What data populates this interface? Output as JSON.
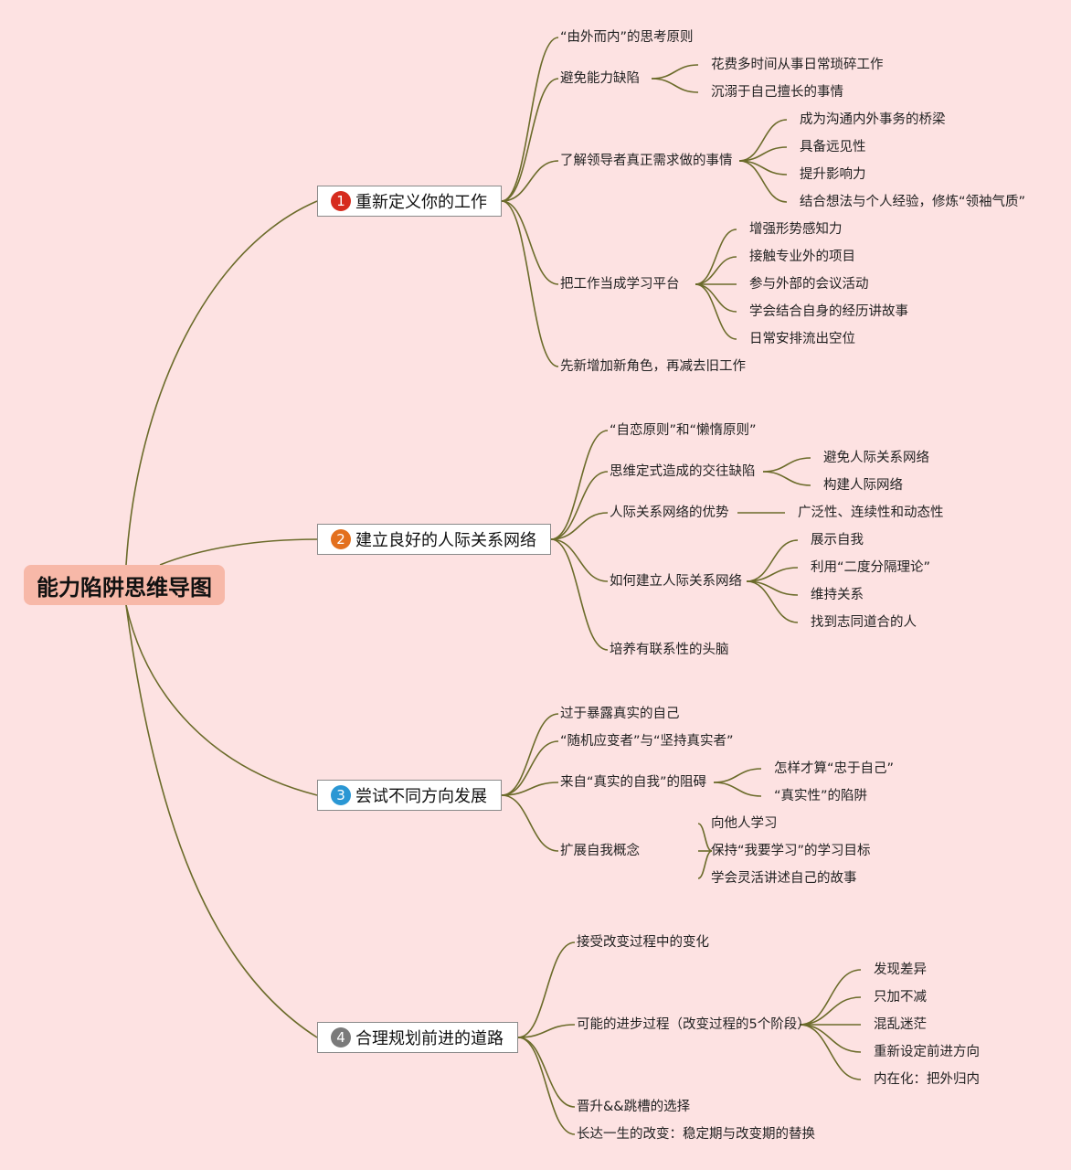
{
  "title": "能力陷阱思维导图",
  "colors": {
    "background": "#fde2e2",
    "root": "#f7b8a8",
    "link": "#6b6b2a",
    "badge1": "#d62b1e",
    "badge2": "#e3701e",
    "badge3": "#2a97d4",
    "badge4": "#7a7a7a"
  },
  "branches": [
    {
      "num": "1",
      "label": "重新定义你的工作",
      "children": [
        {
          "label": "“由外而内”的思考原则"
        },
        {
          "label": "避免能力缺陷",
          "children": [
            "花费多时间从事日常琐碎工作",
            "沉溺于自己擅长的事情"
          ]
        },
        {
          "label": "了解领导者真正需求做的事情",
          "children": [
            "成为沟通内外事务的桥梁",
            "具备远见性",
            "提升影响力",
            "结合想法与个人经验，修炼“领袖气质”"
          ]
        },
        {
          "label": "把工作当成学习平台",
          "children": [
            "增强形势感知力",
            "接触专业外的项目",
            "参与外部的会议活动",
            "学会结合自身的经历讲故事",
            "日常安排流出空位"
          ]
        },
        {
          "label": "先新增加新角色，再减去旧工作"
        }
      ]
    },
    {
      "num": "2",
      "label": "建立良好的人际关系网络",
      "children": [
        {
          "label": "“自恋原则”和“懒惰原则”"
        },
        {
          "label": "思维定式造成的交往缺陷",
          "children": [
            "避免人际关系网络",
            "构建人际网络"
          ]
        },
        {
          "label": "人际关系网络的优势",
          "children": [
            "广泛性、连续性和动态性"
          ]
        },
        {
          "label": "如何建立人际关系网络",
          "children": [
            "展示自我",
            "利用“二度分隔理论”",
            "维持关系",
            "找到志同道合的人"
          ]
        },
        {
          "label": "培养有联系性的头脑"
        }
      ]
    },
    {
      "num": "3",
      "label": "尝试不同方向发展",
      "children": [
        {
          "label": "过于暴露真实的自己"
        },
        {
          "label": "“随机应变者”与“坚持真实者”"
        },
        {
          "label": "来自“真实的自我”的阻碍",
          "children": [
            "怎样才算“忠于自己”",
            "“真实性”的陷阱"
          ]
        },
        {
          "label": "扩展自我概念",
          "children": [
            "向他人学习",
            "保持“我要学习”的学习目标",
            "学会灵活讲述自己的故事"
          ]
        }
      ]
    },
    {
      "num": "4",
      "label": "合理规划前进的道路",
      "children": [
        {
          "label": "接受改变过程中的变化"
        },
        {
          "label": "可能的进步过程（改变过程的5个阶段）",
          "children": [
            "发现差异",
            "只加不减",
            "混乱迷茫",
            "重新设定前进方向",
            "内在化：把外归内"
          ]
        },
        {
          "label": "晋升&&跳槽的选择"
        },
        {
          "label": "长达一生的改变：稳定期与改变期的替换"
        }
      ]
    }
  ]
}
